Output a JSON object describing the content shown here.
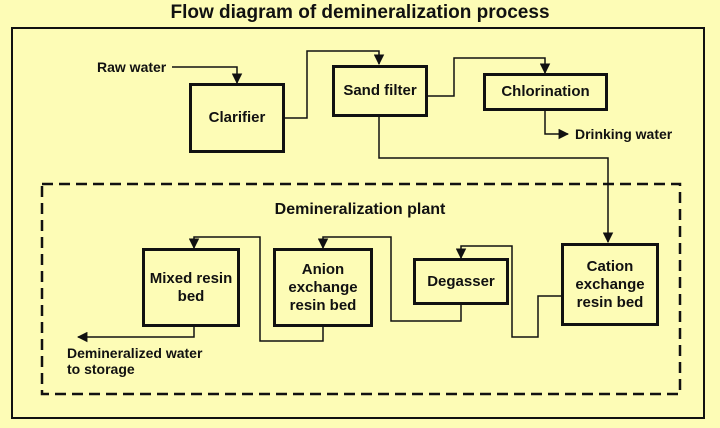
{
  "title": "Flow diagram of demineralization process",
  "labels": {
    "raw_water": "Raw water",
    "drinking_water": "Drinking water",
    "demin_water": "Demineralized water\nto storage"
  },
  "plant_title": "Demineralization plant",
  "nodes": {
    "clarifier": "Clarifier",
    "sand_filter": "Sand filter",
    "chlorination": "Chlorination",
    "mixed_bed": "Mixed resin\nbed",
    "anion_bed": "Anion\nexchange\nresin bed",
    "degasser": "Degasser",
    "cation_bed": "Cation\nexchange\nresin bed"
  },
  "colors": {
    "background": "#fdfcb6",
    "line": "#111111"
  }
}
